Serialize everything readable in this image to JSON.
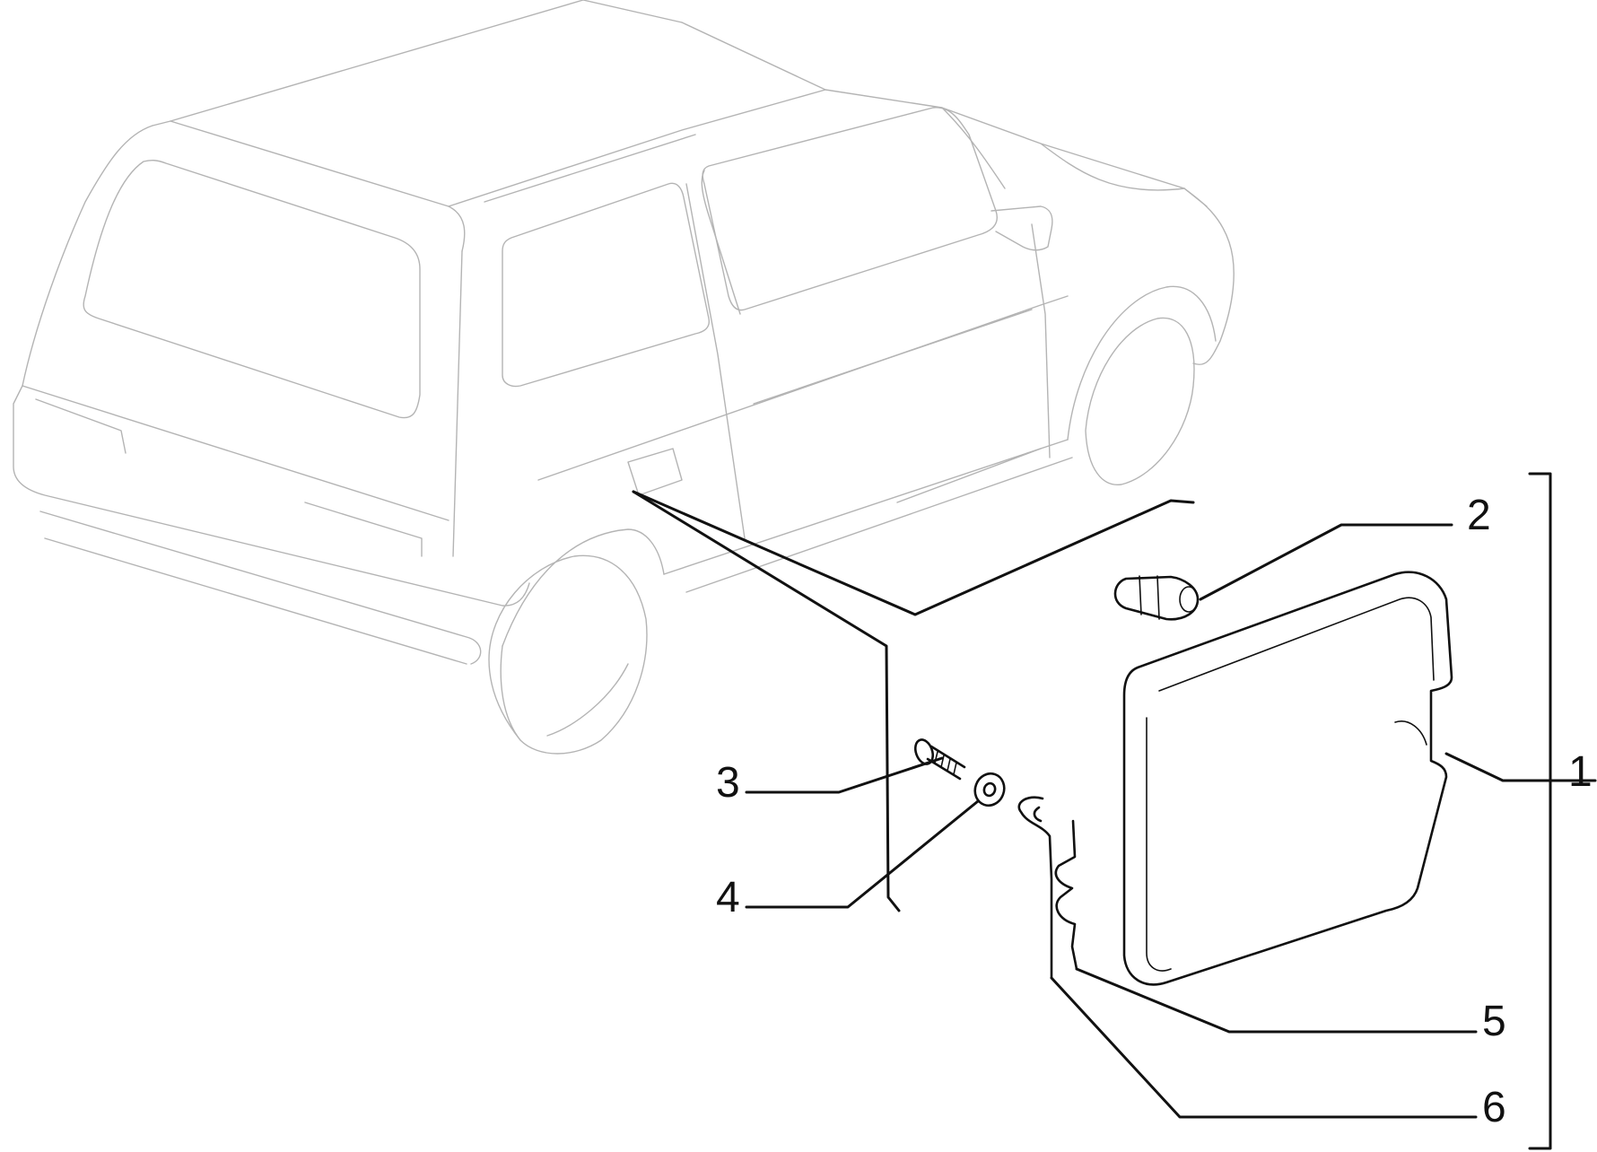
{
  "diagram": {
    "colors": {
      "car_outline": "#b4b4b4",
      "parts": "#111111",
      "background": "#ffffff"
    },
    "callouts": [
      {
        "id": "1",
        "label": "1"
      },
      {
        "id": "2",
        "label": "2"
      },
      {
        "id": "3",
        "label": "3"
      },
      {
        "id": "4",
        "label": "4"
      },
      {
        "id": "5",
        "label": "5"
      },
      {
        "id": "6",
        "label": "6"
      }
    ]
  }
}
